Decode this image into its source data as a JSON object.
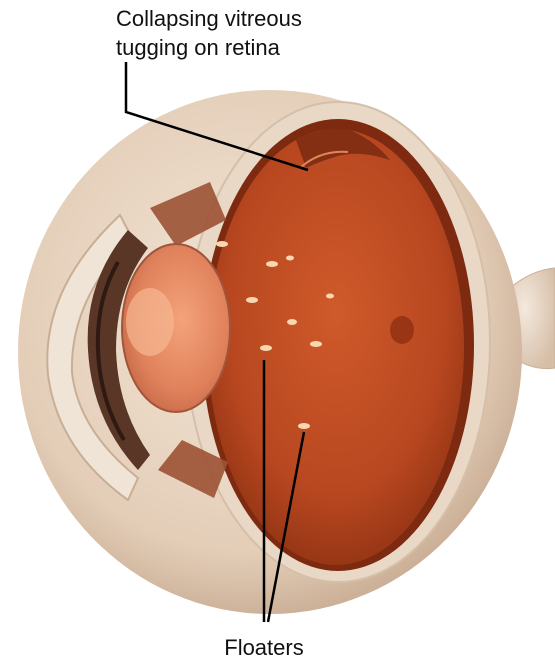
{
  "labels": {
    "vitreous_line1": "Collapsing vitreous",
    "vitreous_line2": "tugging on retina",
    "floaters": "Floaters"
  },
  "colors": {
    "sclera": "#ead9c8",
    "sclera_shadow": "#c9ae96",
    "vitreous_cavity": "#b8461f",
    "retina_rim": "#7d2a10",
    "lens": "#e48a66",
    "iris": "#5a3626",
    "floater": "#f7d7b0",
    "leader_line": "#000000",
    "text": "#111111"
  }
}
